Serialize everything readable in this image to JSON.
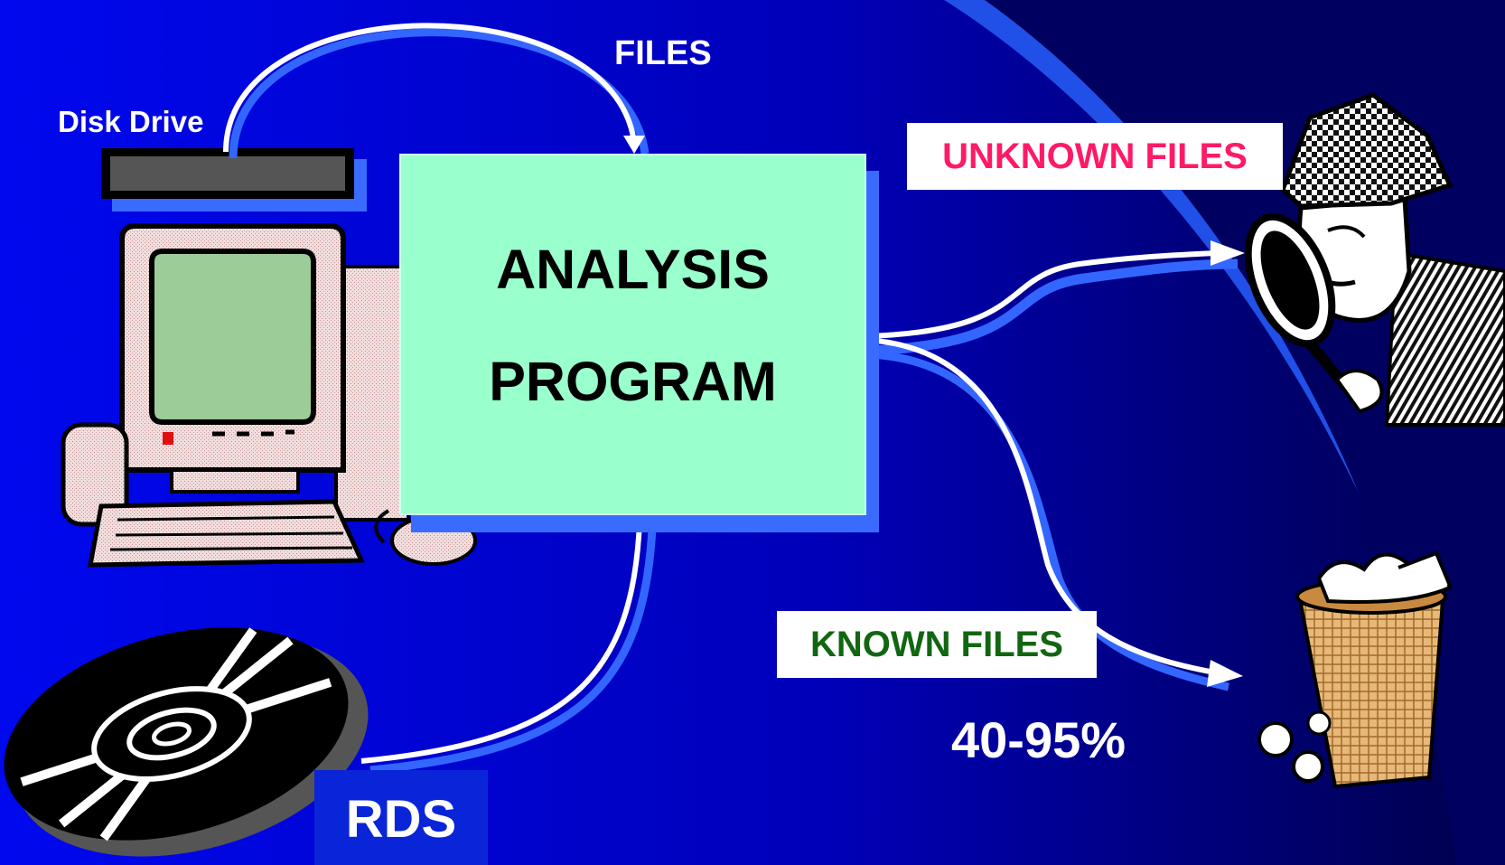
{
  "labels": {
    "files": "FILES",
    "disk_drive": "Disk Drive",
    "analysis_line1": "ANALYSIS",
    "analysis_line2": "PROGRAM",
    "unknown_files": "UNKNOWN FILES",
    "known_files": "KNOWN FILES",
    "percentage": "40-95%",
    "rds": "RDS"
  },
  "icons": {
    "computer": "computer-icon",
    "disk_drive": "disk-drive-icon",
    "cd": "cd-disc-icon",
    "detective": "detective-icon",
    "trash": "trash-basket-icon"
  },
  "colors": {
    "background_start": "#0000e6",
    "background_end": "#000050",
    "analysis_box": "#99ffcc",
    "unknown_text": "#ff1a66",
    "known_text": "#116611",
    "arrow": "#ffffff",
    "arrow_shadow": "#3366ff"
  }
}
